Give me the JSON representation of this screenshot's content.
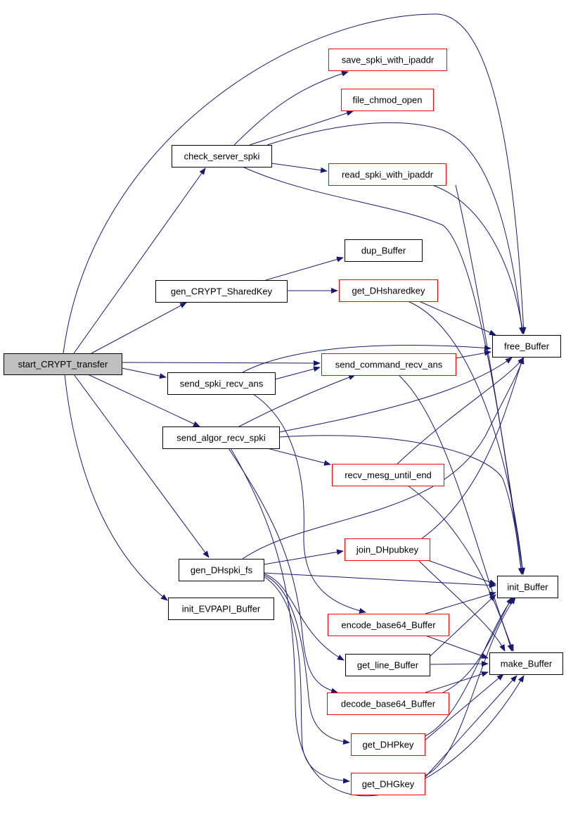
{
  "diagram": {
    "colors": {
      "edge": "#191970",
      "root_fill": "#bfbfbf",
      "node_fill": "#ffffff",
      "leaf_border": "#000000",
      "truncated_border": "#ff0000"
    },
    "nodes": {
      "start_CRYPT_transfer": {
        "label": "start_CRYPT_transfer",
        "style": "root"
      },
      "check_server_spki": {
        "label": "check_server_spki",
        "style": "leaf"
      },
      "gen_CRYPT_SharedKey": {
        "label": "gen_CRYPT_SharedKey",
        "style": "leaf"
      },
      "send_spki_recv_ans": {
        "label": "send_spki_recv_ans",
        "style": "leaf"
      },
      "send_algor_recv_spki": {
        "label": "send_algor_recv_spki",
        "style": "leaf"
      },
      "gen_DHspki_fs": {
        "label": "gen_DHspki_fs",
        "style": "leaf"
      },
      "init_EVPAPI_Buffer": {
        "label": "init_EVPAPI_Buffer",
        "style": "leaf"
      },
      "save_spki_with_ipaddr": {
        "label": "save_spki_with_ipaddr",
        "style": "truncated"
      },
      "file_chmod_open": {
        "label": "file_chmod_open",
        "style": "truncated"
      },
      "read_spki_with_ipaddr": {
        "label": "read_spki_with_ipaddr",
        "style": "truncated"
      },
      "dup_Buffer": {
        "label": "dup_Buffer",
        "style": "leaf"
      },
      "get_DHsharedkey": {
        "label": "get_DHsharedkey",
        "style": "truncated"
      },
      "send_command_recv_ans": {
        "label": "send_command_recv_ans",
        "style": "truncated"
      },
      "recv_mesg_until_end": {
        "label": "recv_mesg_until_end",
        "style": "truncated"
      },
      "join_DHpubkey": {
        "label": "join_DHpubkey",
        "style": "truncated"
      },
      "encode_base64_Buffer": {
        "label": "encode_base64_Buffer",
        "style": "truncated"
      },
      "get_line_Buffer": {
        "label": "get_line_Buffer",
        "style": "leaf"
      },
      "decode_base64_Buffer": {
        "label": "decode_base64_Buffer",
        "style": "truncated"
      },
      "get_DHPkey": {
        "label": "get_DHPkey",
        "style": "truncated"
      },
      "get_DHGkey": {
        "label": "get_DHGkey",
        "style": "truncated"
      },
      "free_Buffer": {
        "label": "free_Buffer",
        "style": "leaf"
      },
      "init_Buffer": {
        "label": "init_Buffer",
        "style": "leaf"
      },
      "make_Buffer": {
        "label": "make_Buffer",
        "style": "leaf"
      }
    },
    "edges": [
      [
        "start_CRYPT_transfer",
        "free_Buffer"
      ],
      [
        "start_CRYPT_transfer",
        "check_server_spki"
      ],
      [
        "start_CRYPT_transfer",
        "gen_CRYPT_SharedKey"
      ],
      [
        "start_CRYPT_transfer",
        "send_command_recv_ans"
      ],
      [
        "start_CRYPT_transfer",
        "send_spki_recv_ans"
      ],
      [
        "start_CRYPT_transfer",
        "send_algor_recv_spki"
      ],
      [
        "start_CRYPT_transfer",
        "gen_DHspki_fs"
      ],
      [
        "start_CRYPT_transfer",
        "init_EVPAPI_Buffer"
      ],
      [
        "check_server_spki",
        "save_spki_with_ipaddr"
      ],
      [
        "check_server_spki",
        "file_chmod_open"
      ],
      [
        "check_server_spki",
        "free_Buffer"
      ],
      [
        "check_server_spki",
        "read_spki_with_ipaddr"
      ],
      [
        "check_server_spki",
        "init_Buffer"
      ],
      [
        "read_spki_with_ipaddr",
        "free_Buffer"
      ],
      [
        "read_spki_with_ipaddr",
        "init_Buffer"
      ],
      [
        "gen_CRYPT_SharedKey",
        "dup_Buffer"
      ],
      [
        "gen_CRYPT_SharedKey",
        "get_DHsharedkey"
      ],
      [
        "get_DHsharedkey",
        "free_Buffer"
      ],
      [
        "get_DHsharedkey",
        "init_Buffer"
      ],
      [
        "send_spki_recv_ans",
        "free_Buffer"
      ],
      [
        "send_spki_recv_ans",
        "send_command_recv_ans"
      ],
      [
        "send_spki_recv_ans",
        "encode_base64_Buffer"
      ],
      [
        "send_command_recv_ans",
        "free_Buffer"
      ],
      [
        "send_command_recv_ans",
        "make_Buffer"
      ],
      [
        "send_algor_recv_spki",
        "send_command_recv_ans"
      ],
      [
        "send_algor_recv_spki",
        "free_Buffer"
      ],
      [
        "send_algor_recv_spki",
        "init_Buffer"
      ],
      [
        "send_algor_recv_spki",
        "recv_mesg_until_end"
      ],
      [
        "send_algor_recv_spki",
        "decode_base64_Buffer"
      ],
      [
        "send_algor_recv_spki",
        "make_Buffer"
      ],
      [
        "recv_mesg_until_end",
        "free_Buffer"
      ],
      [
        "recv_mesg_until_end",
        "make_Buffer"
      ],
      [
        "gen_DHspki_fs",
        "free_Buffer"
      ],
      [
        "gen_DHspki_fs",
        "join_DHpubkey"
      ],
      [
        "gen_DHspki_fs",
        "init_Buffer"
      ],
      [
        "gen_DHspki_fs",
        "get_line_Buffer"
      ],
      [
        "gen_DHspki_fs",
        "get_DHPkey"
      ],
      [
        "gen_DHspki_fs",
        "get_DHGkey"
      ],
      [
        "join_DHpubkey",
        "free_Buffer"
      ],
      [
        "join_DHpubkey",
        "init_Buffer"
      ],
      [
        "join_DHpubkey",
        "make_Buffer"
      ],
      [
        "encode_base64_Buffer",
        "init_Buffer"
      ],
      [
        "encode_base64_Buffer",
        "make_Buffer"
      ],
      [
        "get_line_Buffer",
        "init_Buffer"
      ],
      [
        "get_line_Buffer",
        "make_Buffer"
      ],
      [
        "decode_base64_Buffer",
        "init_Buffer"
      ],
      [
        "decode_base64_Buffer",
        "make_Buffer"
      ],
      [
        "get_DHPkey",
        "init_Buffer"
      ],
      [
        "get_DHPkey",
        "make_Buffer"
      ],
      [
        "get_DHGkey",
        "init_Buffer"
      ],
      [
        "get_DHGkey",
        "make_Buffer"
      ]
    ]
  }
}
